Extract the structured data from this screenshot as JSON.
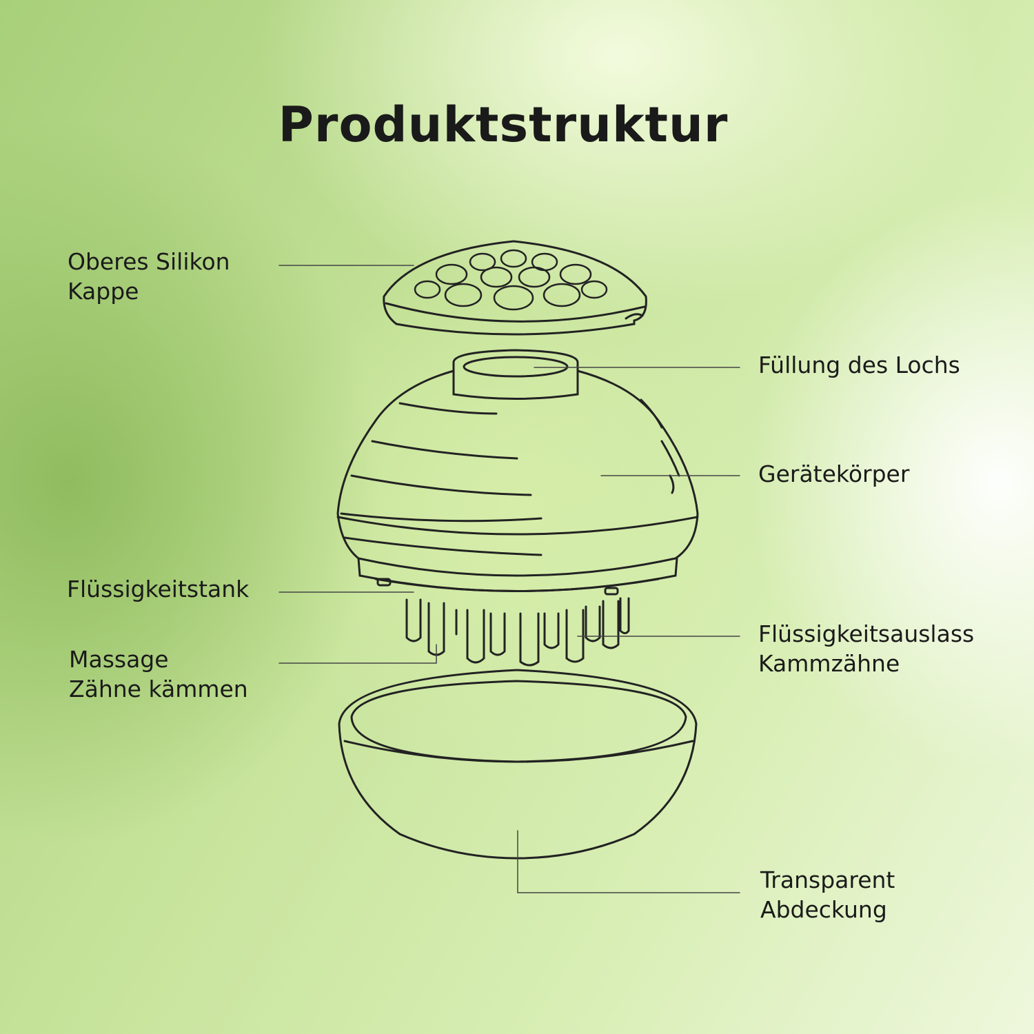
{
  "title": "Produktstruktur",
  "labels": {
    "top_cap": [
      "Oberes Silikon",
      "Kappe"
    ],
    "fill_hole": "Füllung des Lochs",
    "body": "Gerätekörper",
    "tank": "Flüssigkeitstank",
    "massage": [
      "Massage",
      "Zähne kämmen"
    ],
    "outlet": [
      "Flüssigkeitsauslass",
      "Kammzähne"
    ],
    "cover": [
      "Transparent",
      "Abdeckung"
    ]
  },
  "colors": {
    "line": "#222222",
    "background": "#c6e39a"
  }
}
